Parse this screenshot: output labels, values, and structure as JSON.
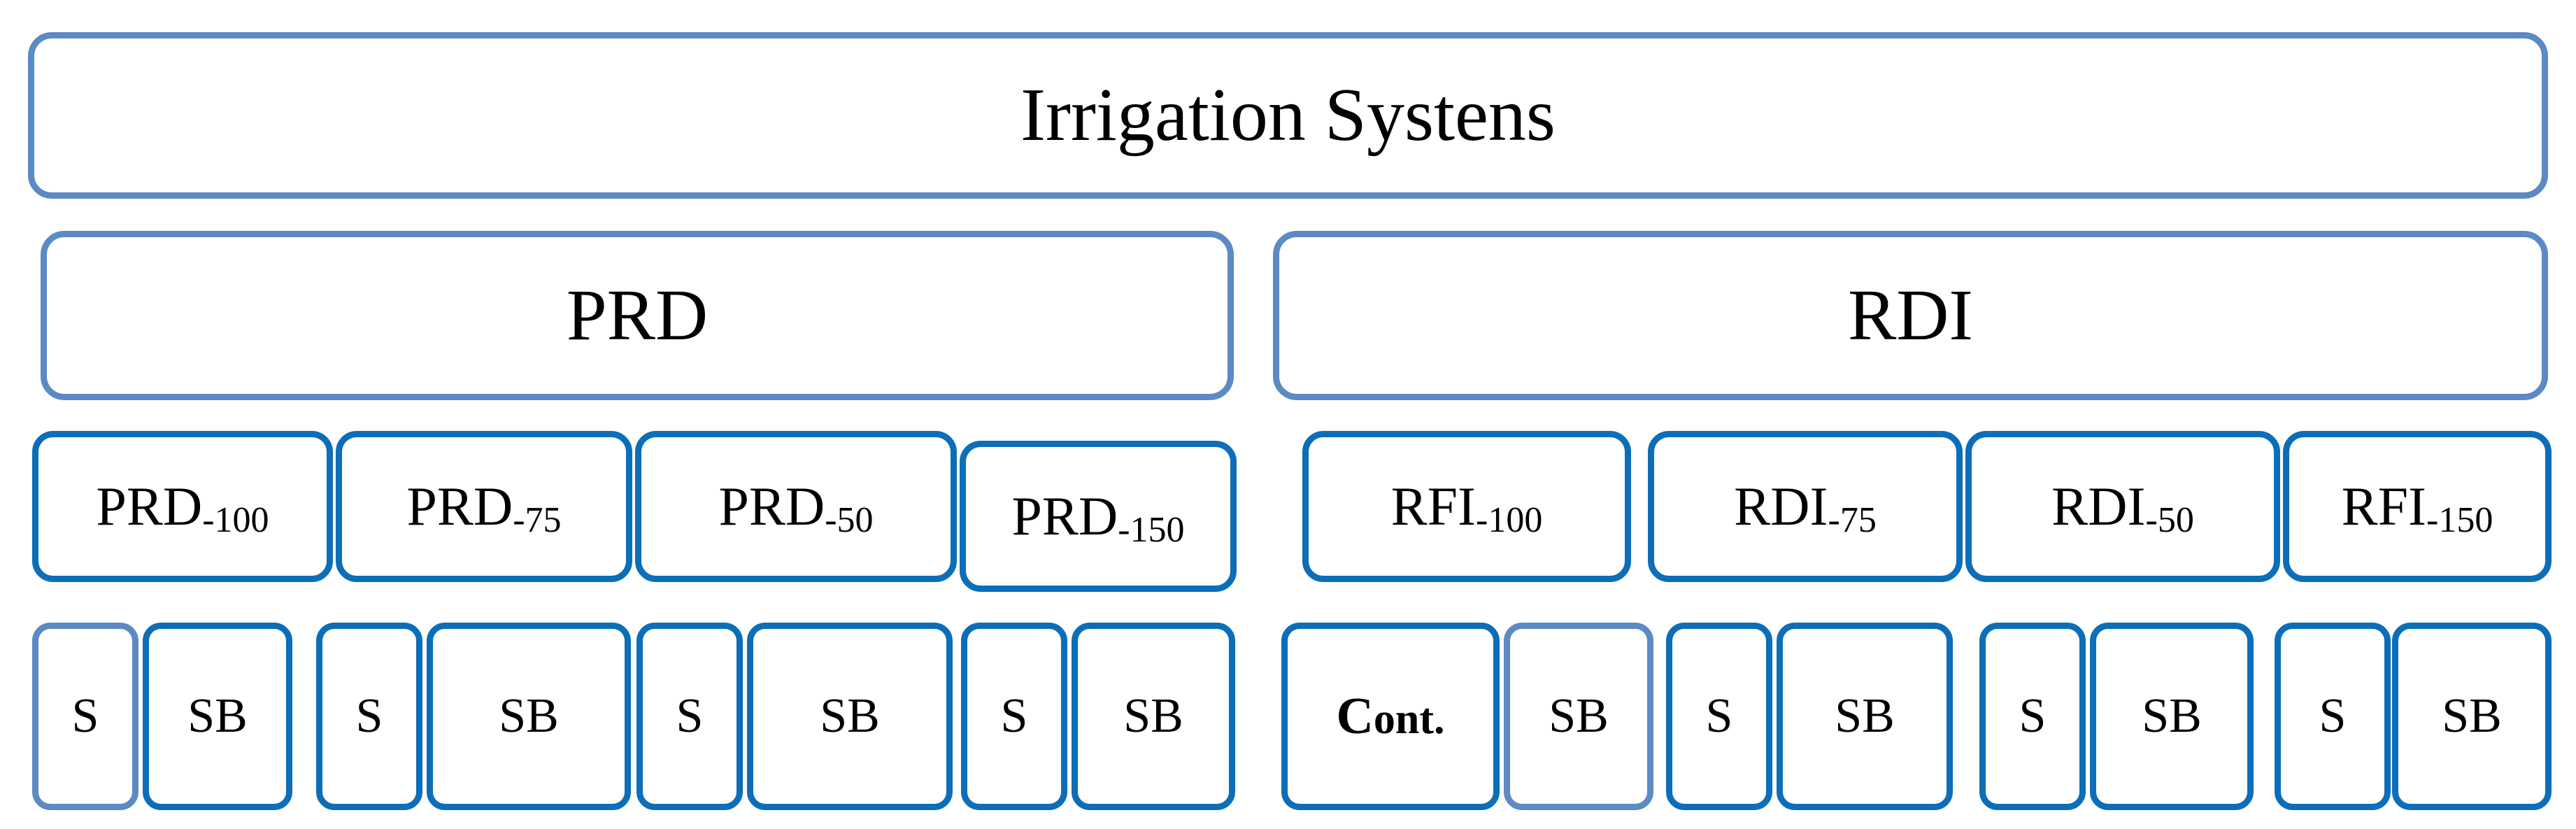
{
  "diagram": {
    "title": "Irrigation Systens",
    "type": "hierarchy-tree",
    "accent_colors": {
      "bright_blue": "#0C6EB8",
      "muted_blue": "#5B8AC4"
    },
    "root": {
      "label": "Irrigation Systens"
    },
    "groups": [
      {
        "label": "PRD"
      },
      {
        "label": "RDI"
      }
    ],
    "treatments": [
      {
        "name": "PRD",
        "sub": "-100",
        "group": "PRD"
      },
      {
        "name": "PRD",
        "sub": "-75",
        "group": "PRD"
      },
      {
        "name": "PRD",
        "sub": "-50",
        "group": "PRD"
      },
      {
        "name": "PRD",
        "sub": "-150",
        "group": "PRD"
      },
      {
        "name": "RFI",
        "sub": "-100",
        "group": "RDI"
      },
      {
        "name": "RDI",
        "sub": "-75",
        "group": "RDI"
      },
      {
        "name": "RDI",
        "sub": "-50",
        "group": "RDI"
      },
      {
        "name": "RFI",
        "sub": "-150",
        "group": "RDI"
      }
    ],
    "leaves": [
      {
        "label": "S",
        "parent": "PRD-100"
      },
      {
        "label": "SB",
        "parent": "PRD-100"
      },
      {
        "label": "S",
        "parent": "PRD-75"
      },
      {
        "label": "SB",
        "parent": "PRD-75"
      },
      {
        "label": "S",
        "parent": "PRD-50"
      },
      {
        "label": "SB",
        "parent": "PRD-50"
      },
      {
        "label": "S",
        "parent": "PRD-150"
      },
      {
        "label": "SB",
        "parent": "PRD-150"
      },
      {
        "label": "Cont.",
        "parent": "RFI-100"
      },
      {
        "label": "SB",
        "parent": "RFI-100"
      },
      {
        "label": "S",
        "parent": "RDI-75"
      },
      {
        "label": "SB",
        "parent": "RDI-75"
      },
      {
        "label": "S",
        "parent": "RDI-50"
      },
      {
        "label": "SB",
        "parent": "RDI-50"
      },
      {
        "label": "S",
        "parent": "RFI-150"
      },
      {
        "label": "SB",
        "parent": "RFI-150"
      }
    ],
    "cont_box": {
      "first": "C",
      "rest": "ont."
    }
  }
}
